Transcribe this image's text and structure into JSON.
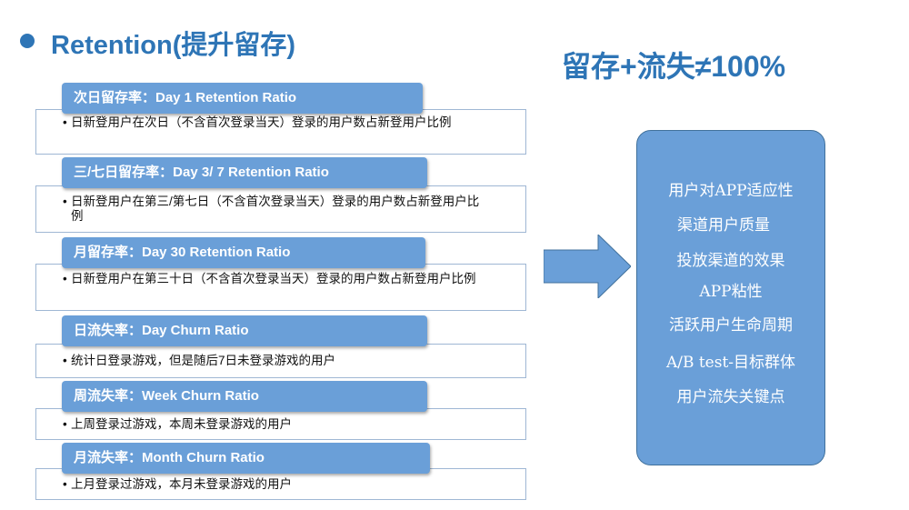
{
  "title": "Retention(提升留存)",
  "formula": "留存+流失≠100%",
  "metrics": [
    {
      "header": "次日留存率：Day 1 Retention Ratio",
      "description": "日新登用户在次日（不含首次登录当天）登录的用户数占新登用户比例"
    },
    {
      "header": "三/七日留存率：Day 3/ 7 Retention Ratio",
      "description": "日新登用户在第三/第七日（不含首次登录当天）登录的用户数占新登用户比例"
    },
    {
      "header": "月留存率：Day 30 Retention Ratio",
      "description": "日新登用户在第三十日（不含首次登录当天）登录的用户数占新登用户比例"
    },
    {
      "header": "日流失率：Day Churn Ratio",
      "description": "统计日登录游戏，但是随后7日未登录游戏的用户"
    },
    {
      "header": "周流失率：Week Churn Ratio",
      "description": "上周登录过游戏，本周未登录游戏的用户"
    },
    {
      "header": "月流失率：Month Churn Ratio",
      "description": "上月登录过游戏，本月未登录游戏的用户"
    }
  ],
  "factors": [
    "用户对APP适应性",
    "渠道用户质量",
    "投放渠道的效果",
    "APP粘性",
    "活跃用户生命周期",
    "A/B test-目标群体",
    "用户流失关键点"
  ],
  "colors": {
    "accent": "#2e75b6",
    "header_fill": "#6a9fd8",
    "box_border": "#9fb7d4"
  },
  "icons": {
    "title_bullet": "circle-bullet",
    "arrow": "right-arrow"
  }
}
